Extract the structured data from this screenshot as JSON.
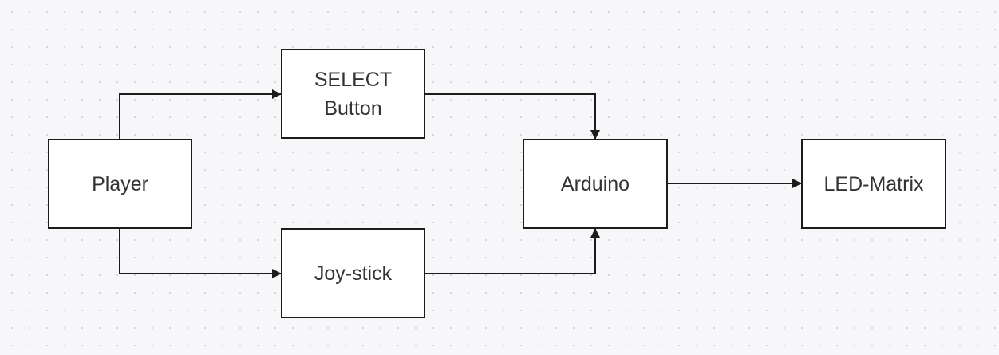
{
  "diagram": {
    "nodes": [
      {
        "id": "player",
        "label": "Player"
      },
      {
        "id": "select",
        "label": "SELECT\nButton"
      },
      {
        "id": "joystick",
        "label": "Joy-stick"
      },
      {
        "id": "arduino",
        "label": "Arduino"
      },
      {
        "id": "led_matrix",
        "label": "LED-Matrix"
      }
    ],
    "edges": [
      {
        "from": "player",
        "to": "select"
      },
      {
        "from": "player",
        "to": "joystick"
      },
      {
        "from": "select",
        "to": "arduino"
      },
      {
        "from": "joystick",
        "to": "arduino"
      },
      {
        "from": "arduino",
        "to": "led_matrix"
      }
    ],
    "colors": {
      "stroke": "#1c1c1c",
      "node_fill": "#ffffff",
      "text": "#333333",
      "canvas": "#f7f7f9"
    }
  }
}
